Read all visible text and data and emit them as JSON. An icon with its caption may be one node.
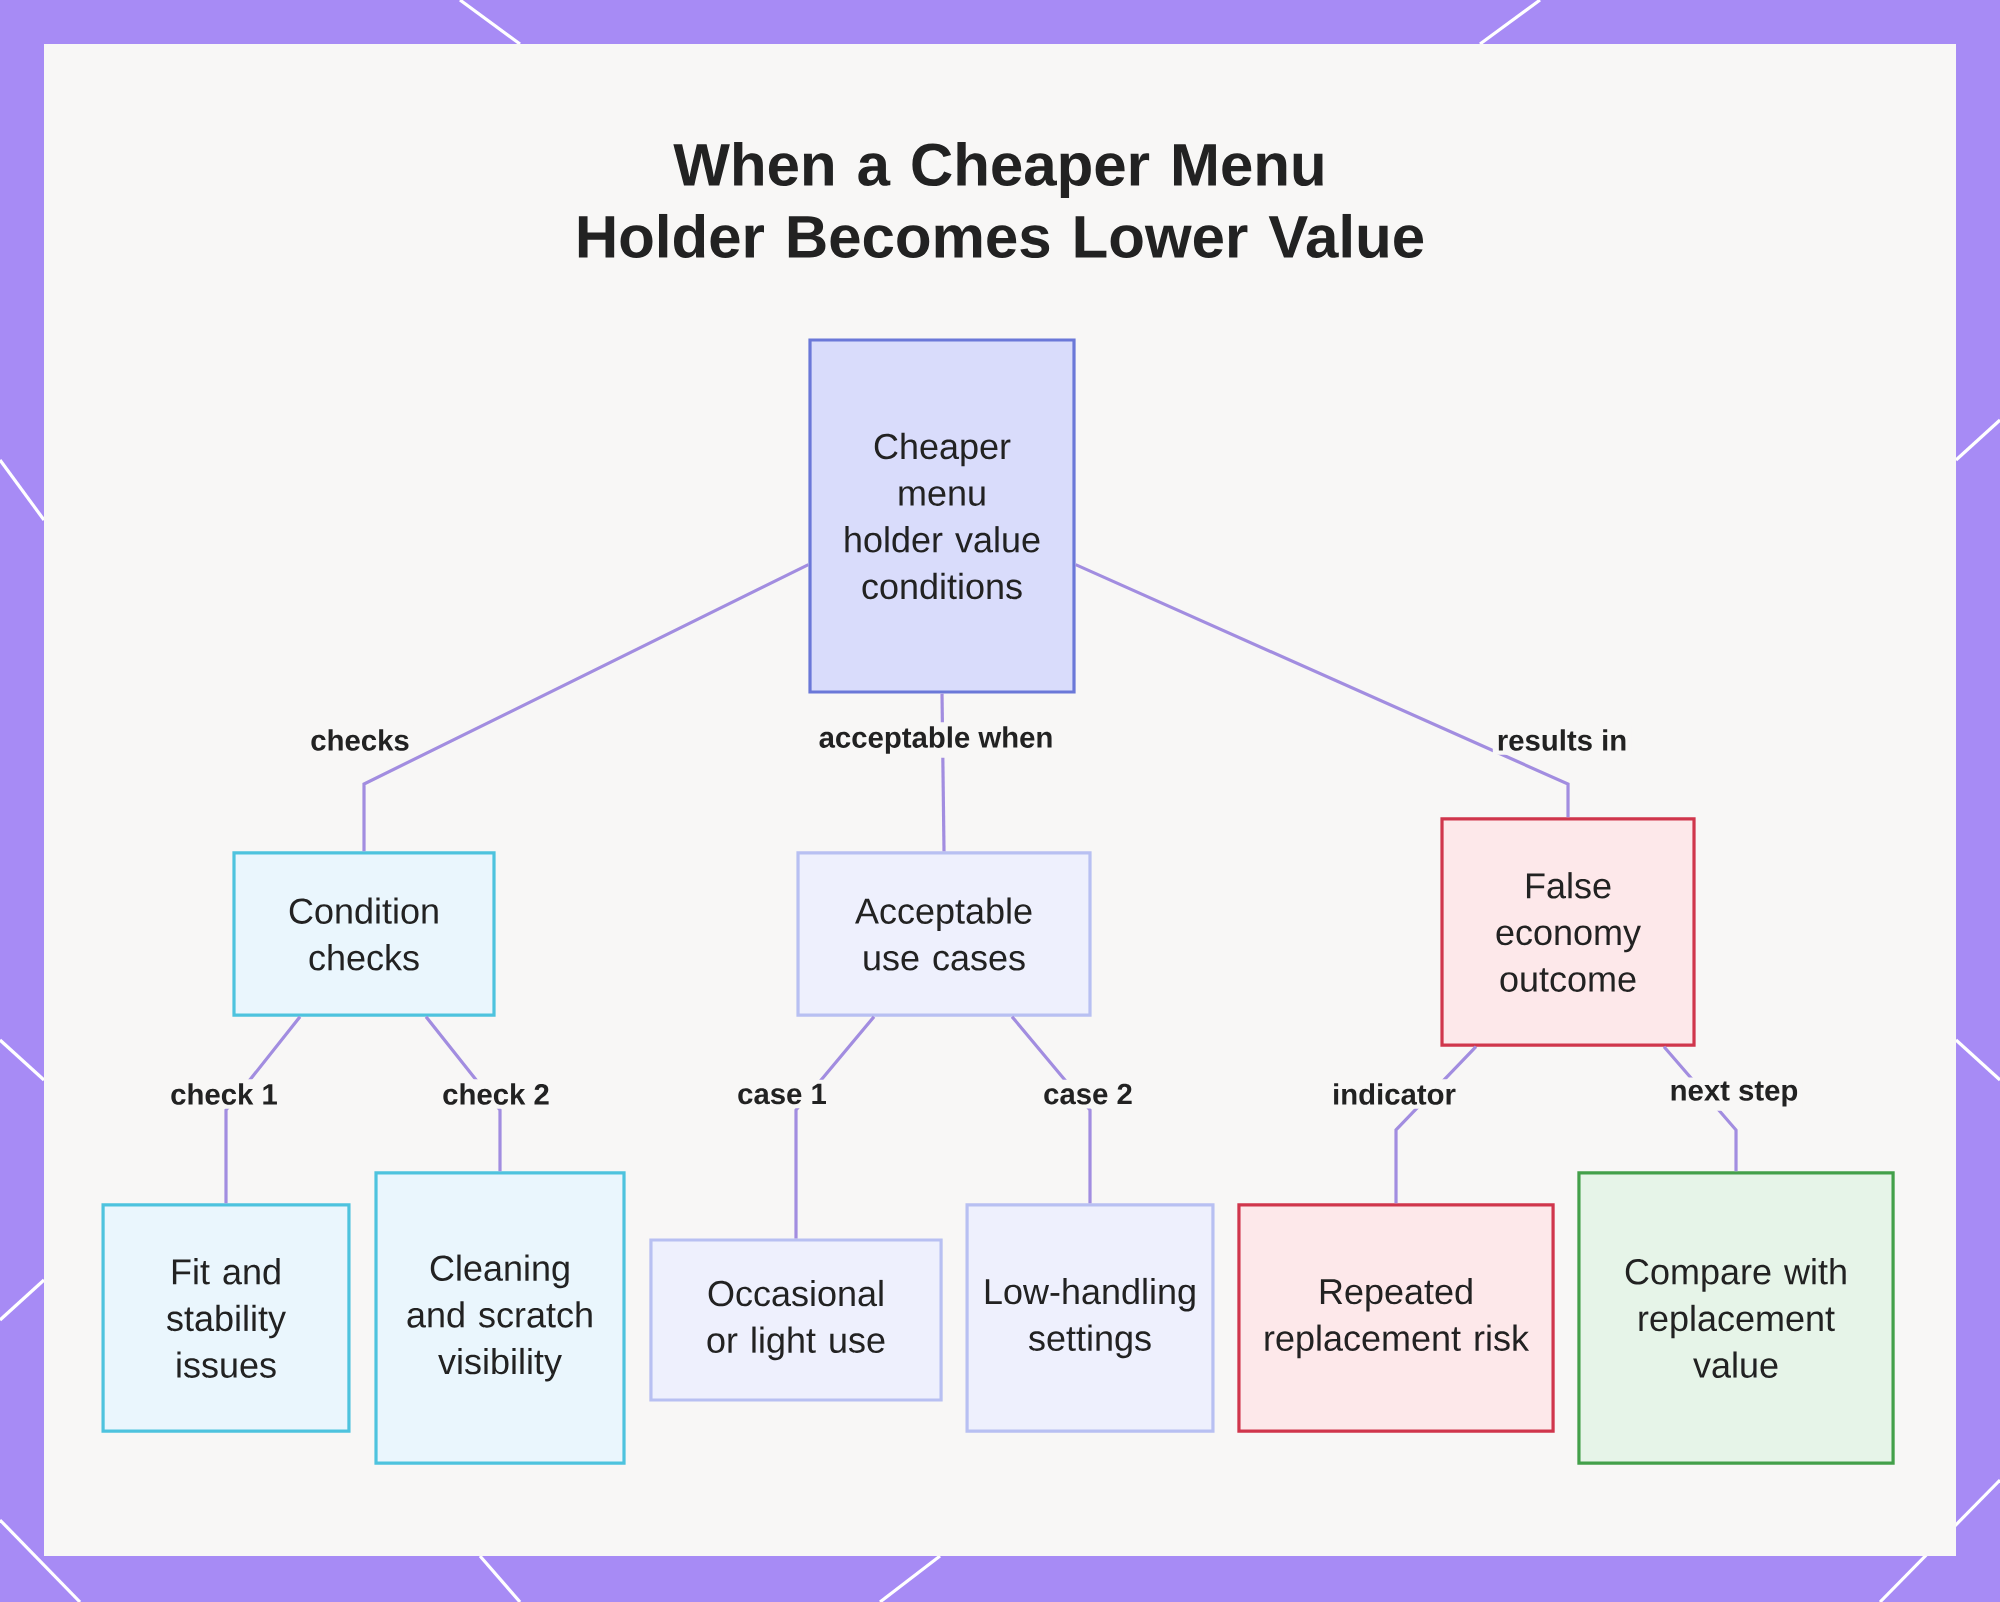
{
  "diagram": {
    "title": "When a Cheaper Menu Holder Becomes Lower Value",
    "nodes": [
      {
        "text": [
          "Cheaper menu holder value conditions"
        ]
      },
      {
        "text": [
          "Condition checks"
        ]
      },
      {
        "text": [
          "Acceptable use cases"
        ]
      },
      {
        "text": [
          "False economy outcome"
        ]
      },
      {
        "text": [
          "Fit and stability issues"
        ]
      },
      {
        "text": [
          "Cleaning and scratch visibility"
        ]
      },
      {
        "text": [
          "Occasional or light use"
        ]
      },
      {
        "text": [
          "Low-handling settings"
        ]
      },
      {
        "text": [
          "Repeated replacement risk"
        ]
      },
      {
        "text": [
          "Compare with replacement value"
        ]
      }
    ],
    "edges": [
      {
        "from": 0,
        "to": 1,
        "arrow": "none",
        "label": "checks"
      },
      {
        "from": 0,
        "to": 2,
        "arrow": "none",
        "label": "acceptable when"
      },
      {
        "from": 0,
        "to": 3,
        "arrow": "none",
        "label": "results in"
      },
      {
        "from": 1,
        "to": 4,
        "arrow": "none",
        "label": "check 1"
      },
      {
        "from": 1,
        "to": 5,
        "arrow": "none",
        "label": "check 2"
      },
      {
        "from": 2,
        "to": 6,
        "arrow": "none",
        "label": "case 1"
      },
      {
        "from": 2,
        "to": 7,
        "arrow": "none",
        "label": "case 2"
      },
      {
        "from": 3,
        "to": 8,
        "arrow": "none",
        "label": "indicator"
      },
      {
        "from": 3,
        "to": 9,
        "arrow": "none",
        "label": "next step"
      }
    ]
  }
}
